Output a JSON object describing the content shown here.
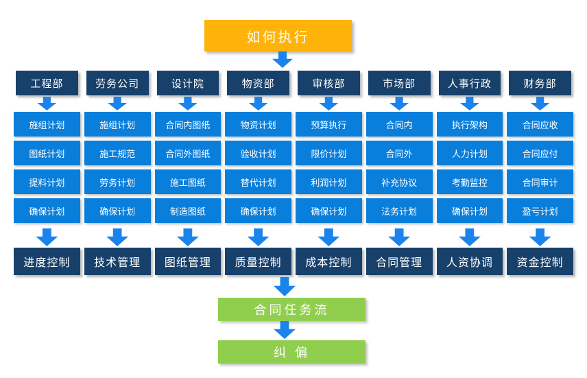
{
  "title": {
    "label": "如何执行"
  },
  "columns": [
    {
      "department": "工程部",
      "plans": [
        "施组计划",
        "图纸计划",
        "提料计划",
        "确保计划"
      ],
      "control": "进度控制"
    },
    {
      "department": "劳务公司",
      "plans": [
        "施组计划",
        "施工规范",
        "劳务计划",
        "确保计划"
      ],
      "control": "技术管理"
    },
    {
      "department": "设计院",
      "plans": [
        "合同内图纸",
        "合同外图纸",
        "施工图纸",
        "制造图纸"
      ],
      "control": "图纸管理"
    },
    {
      "department": "物资部",
      "plans": [
        "物资计划",
        "验收计划",
        "替代计划",
        "确保计划"
      ],
      "control": "质量控制"
    },
    {
      "department": "审核部",
      "plans": [
        "预算执行",
        "限价计划",
        "利润计划",
        "确保计划"
      ],
      "control": "成本控制"
    },
    {
      "department": "市场部",
      "plans": [
        "合同内",
        "合同外",
        "补充协议",
        "法务计划"
      ],
      "control": "合同管理"
    },
    {
      "department": "人事行政",
      "plans": [
        "执行架构",
        "人力计划",
        "考勤监控",
        "确保计划"
      ],
      "control": "人资协调"
    },
    {
      "department": "财务部",
      "plans": [
        "合同应收",
        "合同应付",
        "合同审计",
        "盈亏计划"
      ],
      "control": "资金控制"
    }
  ],
  "footer": {
    "task_flow": "合同任务流",
    "correction": "纠 偏"
  },
  "colors": {
    "title_bg": "#FFB30A",
    "department_bg": "#17406B",
    "plan_bg": "#0A7EDB",
    "arrow": "#1B84EC",
    "footer_bg": "#90CE4E"
  }
}
